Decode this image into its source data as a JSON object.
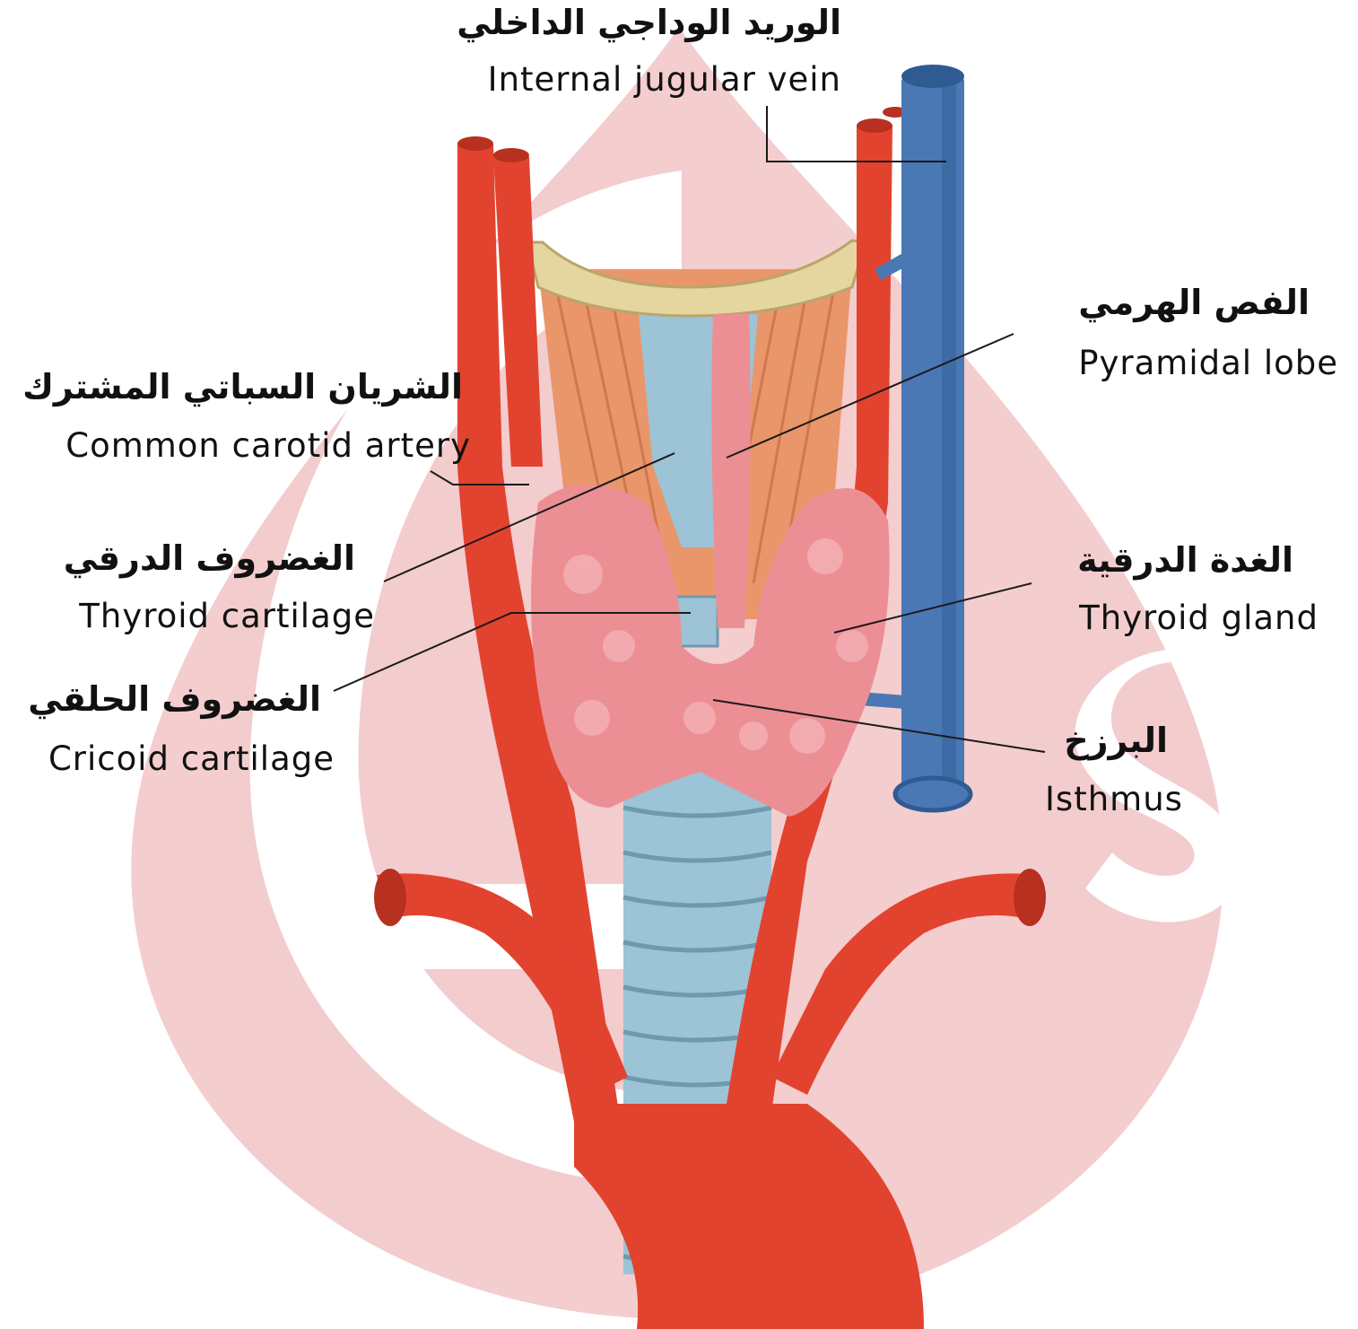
{
  "diagram": {
    "colors": {
      "watermark": "#f2c4c6",
      "artery": "#e2432f",
      "artery_dark": "#b8301f",
      "vein": "#4a78b5",
      "vein_dark": "#2f5a92",
      "thyroid": "#ec8f95",
      "cartilage": "#9cc3d6",
      "muscle": "#e9966b",
      "hyoid": "#e5d6a0",
      "leader_line": "#1a1a1a"
    },
    "labels": {
      "internal_jugular_vein": {
        "ar": "الوريد الوداجي الداخلي",
        "en": "Internal jugular vein"
      },
      "pyramidal_lobe": {
        "ar": "الفص الهرمي",
        "en": "Pyramidal lobe"
      },
      "common_carotid_artery": {
        "ar": "الشريان السباتي المشترك",
        "en": "Common carotid artery"
      },
      "thyroid_cartilage": {
        "ar": "الغضروف الدرقي",
        "en": "Thyroid cartilage"
      },
      "thyroid_gland": {
        "ar": "الغدة الدرقية",
        "en": "Thyroid gland"
      },
      "cricoid_cartilage": {
        "ar": "الغضروف الحلقي",
        "en": "Cricoid cartilage"
      },
      "isthmus": {
        "ar": "البرزخ",
        "en": "Isthmus"
      }
    }
  }
}
